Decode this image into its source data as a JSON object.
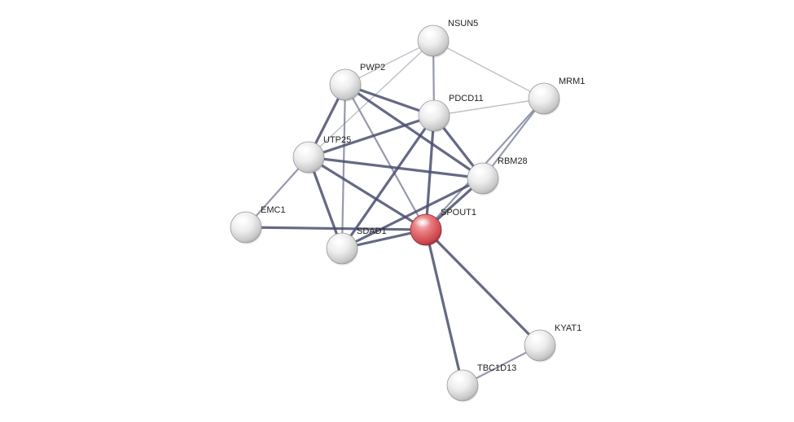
{
  "network": {
    "query_protein": "SPOUT1",
    "colors": {
      "query_node": "#d9565b",
      "node": "#d8d8d8",
      "edge_strong": "#4a4f6e",
      "edge_weak": "#b8b8c2"
    },
    "nodes": [
      {
        "id": "NSUN5",
        "label": "NSUN5",
        "query": false
      },
      {
        "id": "PWP2",
        "label": "PWP2",
        "query": false
      },
      {
        "id": "MRM1",
        "label": "MRM1",
        "query": false
      },
      {
        "id": "PDCD11",
        "label": "PDCD11",
        "query": false
      },
      {
        "id": "UTP25",
        "label": "UTP25",
        "query": false
      },
      {
        "id": "RBM28",
        "label": "RBM28",
        "query": false
      },
      {
        "id": "EMC1",
        "label": "EMC1",
        "query": false
      },
      {
        "id": "SPOUT1",
        "label": "SPOUT1",
        "query": true
      },
      {
        "id": "SDAD1",
        "label": "SDAD1",
        "query": false
      },
      {
        "id": "KYAT1",
        "label": "KYAT1",
        "query": false
      },
      {
        "id": "TBC1D13",
        "label": "TBC1D13",
        "query": false
      }
    ],
    "edges": [
      {
        "source": "NSUN5",
        "target": "PWP2",
        "strength": "weak"
      },
      {
        "source": "NSUN5",
        "target": "MRM1",
        "strength": "weak"
      },
      {
        "source": "NSUN5",
        "target": "PDCD11",
        "strength": "medium"
      },
      {
        "source": "NSUN5",
        "target": "UTP25",
        "strength": "weak"
      },
      {
        "source": "PWP2",
        "target": "PDCD11",
        "strength": "strong"
      },
      {
        "source": "PWP2",
        "target": "UTP25",
        "strength": "strong"
      },
      {
        "source": "PWP2",
        "target": "RBM28",
        "strength": "strong"
      },
      {
        "source": "PWP2",
        "target": "SPOUT1",
        "strength": "medium"
      },
      {
        "source": "PWP2",
        "target": "SDAD1",
        "strength": "medium"
      },
      {
        "source": "MRM1",
        "target": "PDCD11",
        "strength": "weak"
      },
      {
        "source": "MRM1",
        "target": "RBM28",
        "strength": "medium"
      },
      {
        "source": "MRM1",
        "target": "SPOUT1",
        "strength": "medium"
      },
      {
        "source": "PDCD11",
        "target": "UTP25",
        "strength": "strong"
      },
      {
        "source": "PDCD11",
        "target": "RBM28",
        "strength": "strong"
      },
      {
        "source": "PDCD11",
        "target": "SPOUT1",
        "strength": "strong"
      },
      {
        "source": "PDCD11",
        "target": "SDAD1",
        "strength": "strong"
      },
      {
        "source": "UTP25",
        "target": "RBM28",
        "strength": "strong"
      },
      {
        "source": "UTP25",
        "target": "EMC1",
        "strength": "medium"
      },
      {
        "source": "UTP25",
        "target": "SDAD1",
        "strength": "strong"
      },
      {
        "source": "UTP25",
        "target": "SPOUT1",
        "strength": "strong"
      },
      {
        "source": "RBM28",
        "target": "SPOUT1",
        "strength": "strong"
      },
      {
        "source": "RBM28",
        "target": "SDAD1",
        "strength": "strong"
      },
      {
        "source": "EMC1",
        "target": "SPOUT1",
        "strength": "strong"
      },
      {
        "source": "SDAD1",
        "target": "SPOUT1",
        "strength": "strong"
      },
      {
        "source": "SPOUT1",
        "target": "KYAT1",
        "strength": "strong"
      },
      {
        "source": "SPOUT1",
        "target": "TBC1D13",
        "strength": "strong"
      },
      {
        "source": "KYAT1",
        "target": "TBC1D13",
        "strength": "medium"
      }
    ]
  }
}
